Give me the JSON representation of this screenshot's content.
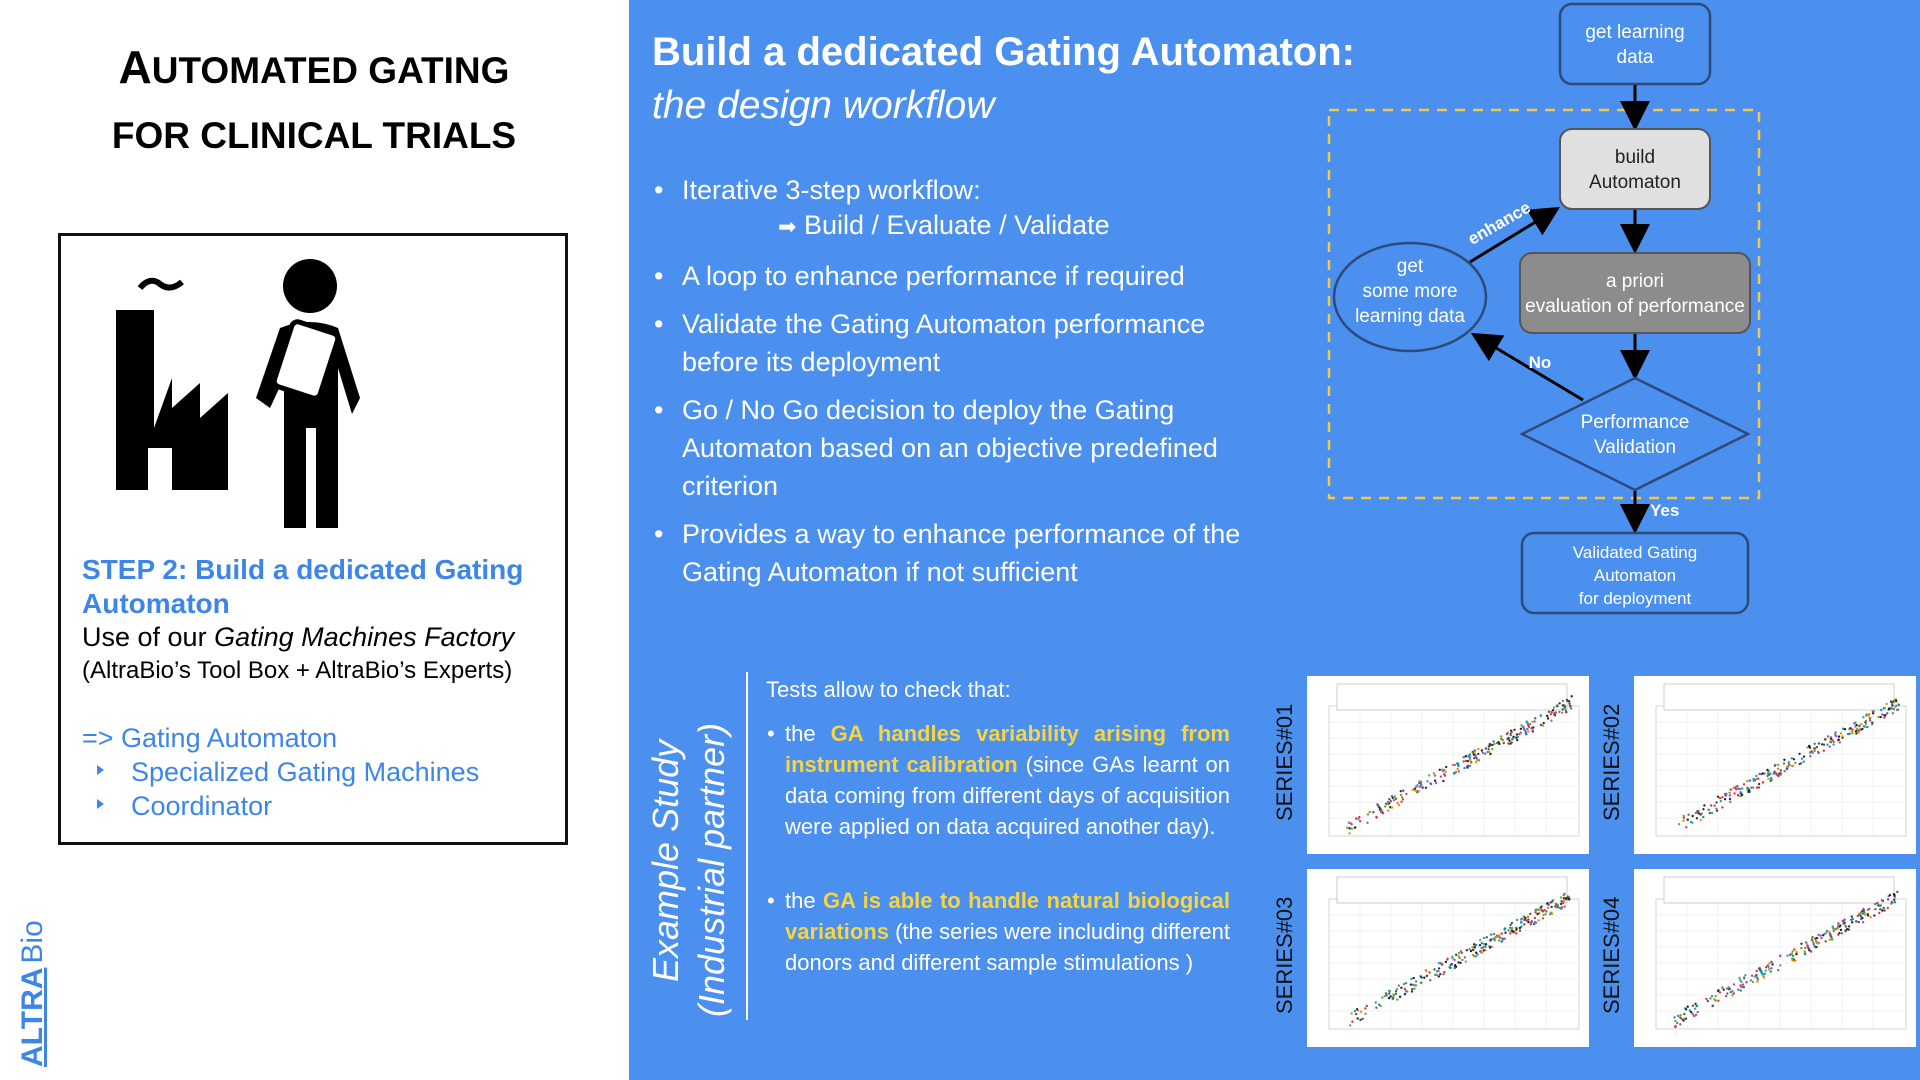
{
  "left": {
    "title_line1_first": "A",
    "title_line1_rest": "UTOMATED GATING",
    "title_line2": "FOR CLINICAL TRIALS",
    "step_title": "STEP 2: Build a dedicated Gating Automaton",
    "use_prefix": "Use of our ",
    "use_italic": "Gating Machines Factory",
    "paren_line": "(AltraBio’s Tool Box + AltraBio’s Experts)",
    "ga_line": "=> Gating Automaton",
    "sub_items": [
      "Specialized Gating Machines",
      "Coordinator"
    ],
    "logo_altra": "ALTRA",
    "logo_bio": "Bio"
  },
  "right": {
    "title": "Build a dedicated Gating Automaton:",
    "subtitle": "the design workflow",
    "bullets": [
      "Iterative 3-step workflow:",
      "A loop to enhance performance if required",
      "Validate the Gating Automaton performance before its deployment",
      "Go / No Go decision to deploy the Gating Automaton based on an objective predefined criterion",
      "Provides a way to enhance performance of the Gating Automaton if not sufficient"
    ],
    "arrow_item": "Build / Evaluate / Validate",
    "example_line1": "Example Study",
    "example_line2": "(Industrial partner)",
    "tests_intro": "Tests allow to check that:",
    "test1_pre": "the ",
    "test1_bold": "GA handles variability arising from instrument calibration",
    "test1_post": " (since GAs learnt on data coming from different days of acquisition were applied on data acquired another day).",
    "test2_pre": "the ",
    "test2_bold": "GA is able to handle natural biological variations",
    "test2_post": " (the series were including different donors and different sample stimulations )",
    "series_labels": [
      "SERIES#01",
      "SERIES#02",
      "SERIES#03",
      "SERIES#04"
    ]
  },
  "flowchart": {
    "get_learning_data": [
      "get learning",
      "data"
    ],
    "build_automaton": [
      "build",
      "Automaton"
    ],
    "a_priori": [
      "a priori",
      "evaluation of performance"
    ],
    "get_more": [
      "get",
      "some more",
      "learning data"
    ],
    "performance_validation": [
      "Performance",
      "Validation"
    ],
    "validated": [
      "Validated Gating",
      "Automaton",
      "for deployment"
    ],
    "enhance": "enhance",
    "no": "No",
    "yes": "Yes"
  },
  "colors": {
    "accent_blue": "#3d86e8",
    "panel_blue": "#4b90ee",
    "highlight_yellow": "#f5d445",
    "dashed_box": "#f2c94c"
  }
}
